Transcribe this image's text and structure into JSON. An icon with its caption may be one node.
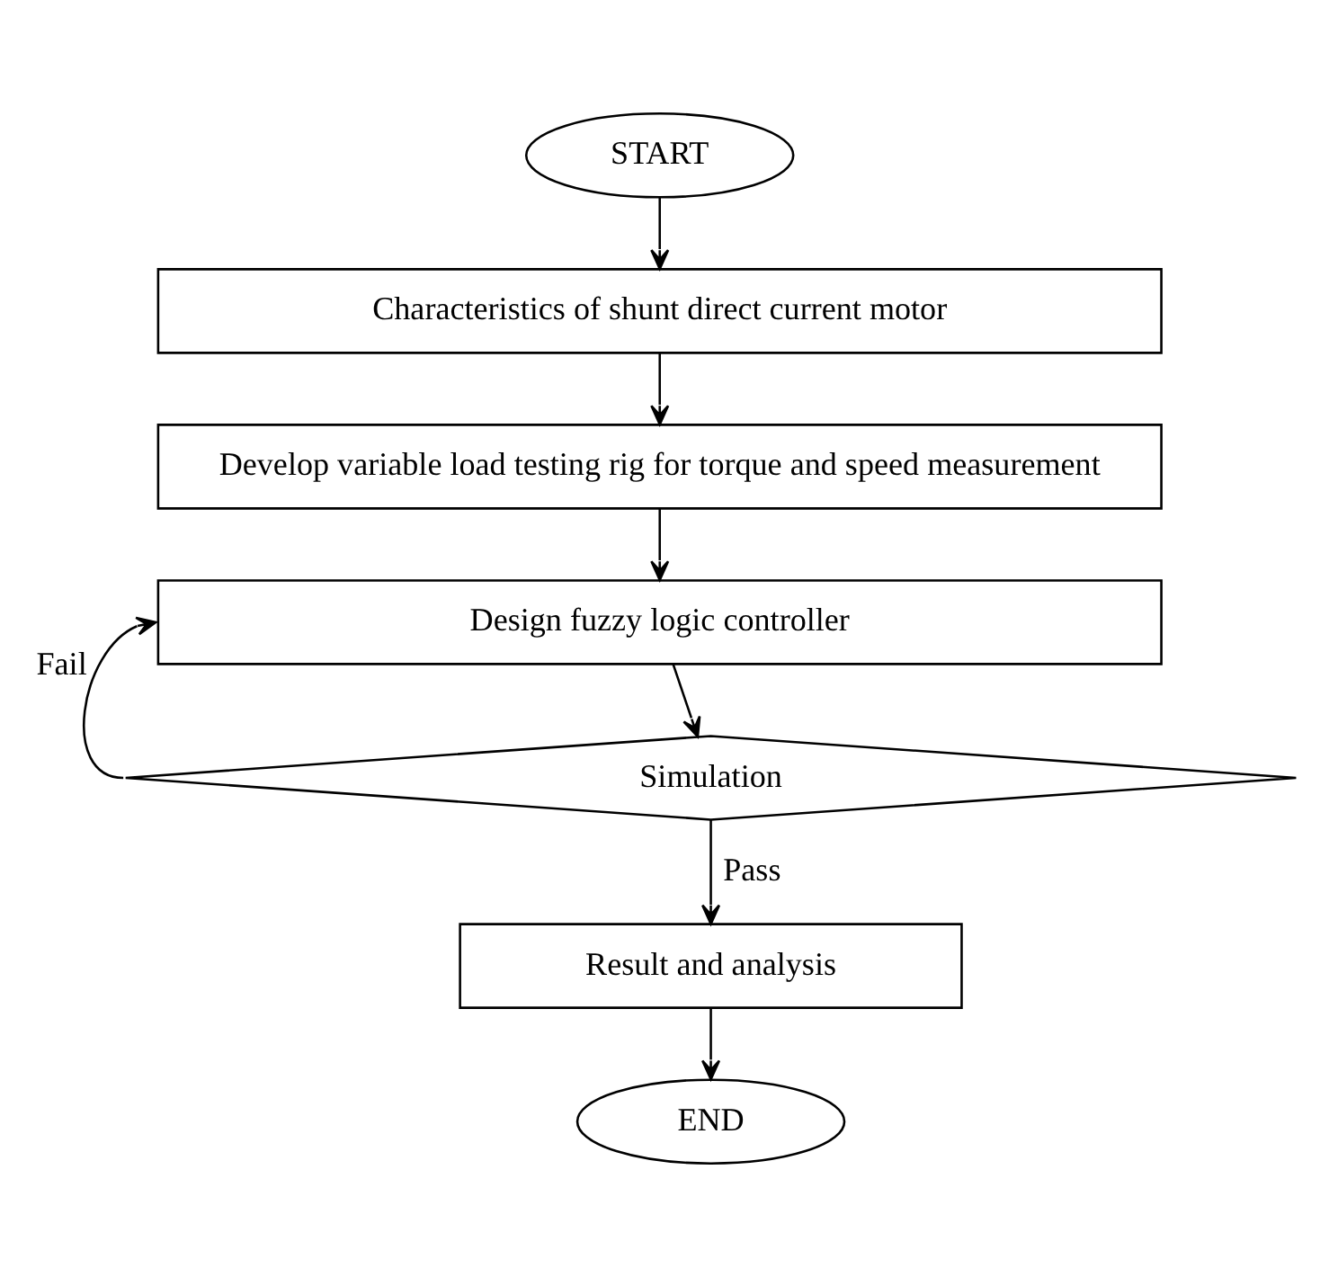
{
  "diagram": {
    "nodes": [
      {
        "text": [
          "START"
        ]
      },
      {
        "text": [
          "Characteristics of shunt direct current motor"
        ]
      },
      {
        "text": [
          "Develop variable load testing rig for torque and speed measurement"
        ]
      },
      {
        "text": [
          "Design fuzzy logic controller"
        ]
      },
      {
        "text": [
          "Simulation"
        ]
      },
      {
        "text": [
          "Result and analysis"
        ]
      },
      {
        "text": [
          "END"
        ]
      }
    ],
    "edges": [
      {
        "from": 0,
        "to": 1,
        "arrow": "to"
      },
      {
        "from": 1,
        "to": 2,
        "arrow": "to"
      },
      {
        "from": 2,
        "to": 3,
        "arrow": "to"
      },
      {
        "from": 3,
        "to": 4,
        "arrow": "to"
      },
      {
        "from": 4,
        "to": 5,
        "arrow": "to",
        "label": "Pass"
      },
      {
        "from": 4,
        "to": 3,
        "arrow": "to",
        "label": "Fail"
      },
      {
        "from": 5,
        "to": 6,
        "arrow": "to"
      }
    ]
  }
}
